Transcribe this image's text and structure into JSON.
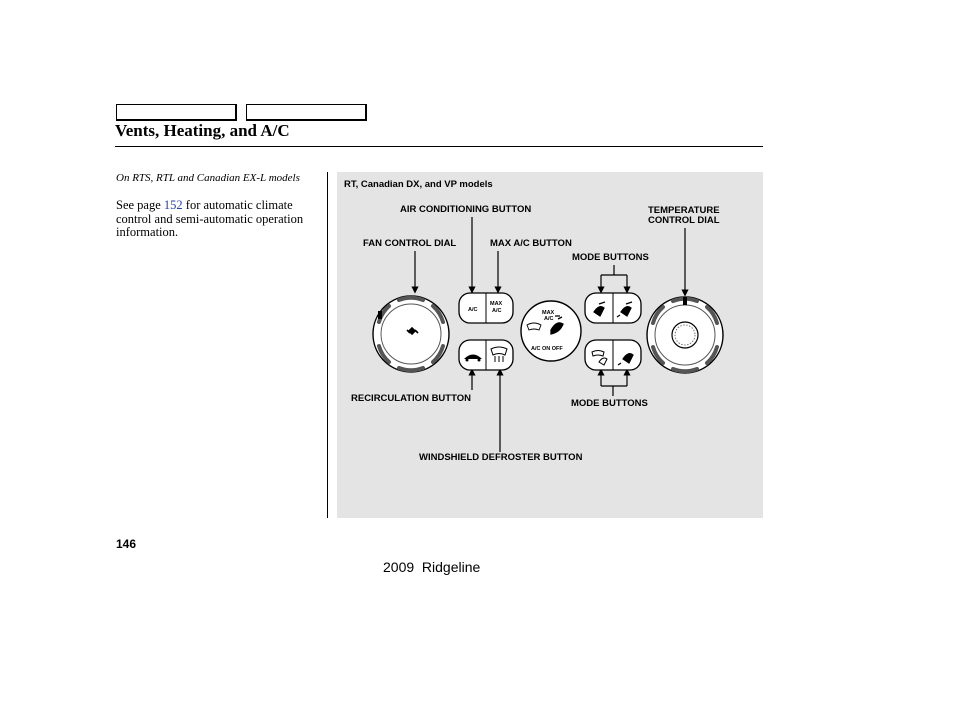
{
  "header": {
    "title": "Vents, Heating, and A/C"
  },
  "sidebar": {
    "models_note": "On RTS, RTL and Canadian EX-L models",
    "see_prefix": "See page ",
    "page_link": "152",
    "see_suffix": " for automatic climate control and semi-automatic operation information."
  },
  "diagram": {
    "caption": "RT, Canadian DX, and VP models",
    "labels": {
      "air_conditioning_button": "AIR CONDITIONING BUTTON",
      "temperature_control_dial_1": "TEMPERATURE",
      "temperature_control_dial_2": "CONTROL DIAL",
      "fan_control_dial": "FAN CONTROL DIAL",
      "max_ac_button": "MAX A/C BUTTON",
      "mode_buttons_top": "MODE BUTTONS",
      "recirculation_button": "RECIRCULATION BUTTON",
      "mode_buttons_bottom": "MODE BUTTONS",
      "windshield_defroster_button": "WINDSHIELD DEFROSTER BUTTON"
    },
    "button_text": {
      "ac": "A/C",
      "max_ac_1": "MAX",
      "max_ac_2": "A/C",
      "center_max_1": "MAX",
      "center_max_2": "A/C",
      "center_onoff": "A/C ON OFF"
    }
  },
  "footer": {
    "page_number": "146",
    "model": "2009  Ridgeline"
  }
}
